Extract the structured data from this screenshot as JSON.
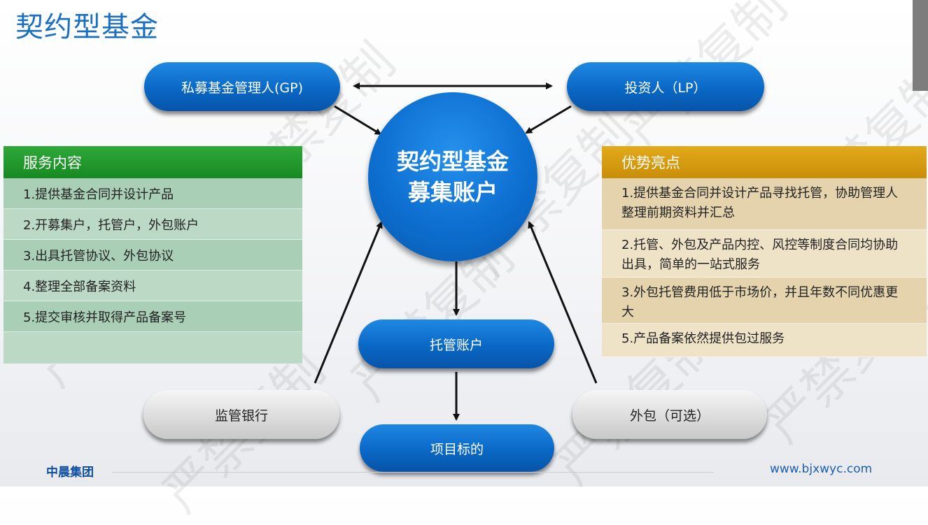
{
  "title": "契约型基金",
  "nodes": {
    "gp": "私募基金管理人(GP)",
    "lp": "投资人（LP）",
    "center_line1": "契约型基金",
    "center_line2": "募集账户",
    "custody": "托管账户",
    "bank": "监管银行",
    "outsource": "外包（可选）",
    "target": "项目标的"
  },
  "services": {
    "heading": "服务内容",
    "items": [
      "1.提供基金合同并设计产品",
      "2.开募集户，托管户，外包账户",
      "3.出具托管协议、外包协议",
      "4.整理全部备案资料",
      "5.提交审核并取得产品备案号"
    ]
  },
  "advantages": {
    "heading": "优势亮点",
    "items": [
      "1.提供基金合同并设计产品寻找托管，协助管理人整理前期资料并汇总",
      "2.托管、外包及产品内控、风控等制度合同均协助出具，简单的一站式服务",
      "3.外包托管费用低于市场价，并且年数不同优惠更大",
      "5.产品备案依然提供包过服务"
    ]
  },
  "footer": {
    "company": "中晨集团",
    "website": "www.bjxwyc.com"
  },
  "watermark_text": "严禁复制",
  "colors": {
    "title_blue": "#1a6fc0",
    "node_blue": "#0a68c5",
    "services_green": "#168a22",
    "advantages_gold": "#c98e08"
  }
}
